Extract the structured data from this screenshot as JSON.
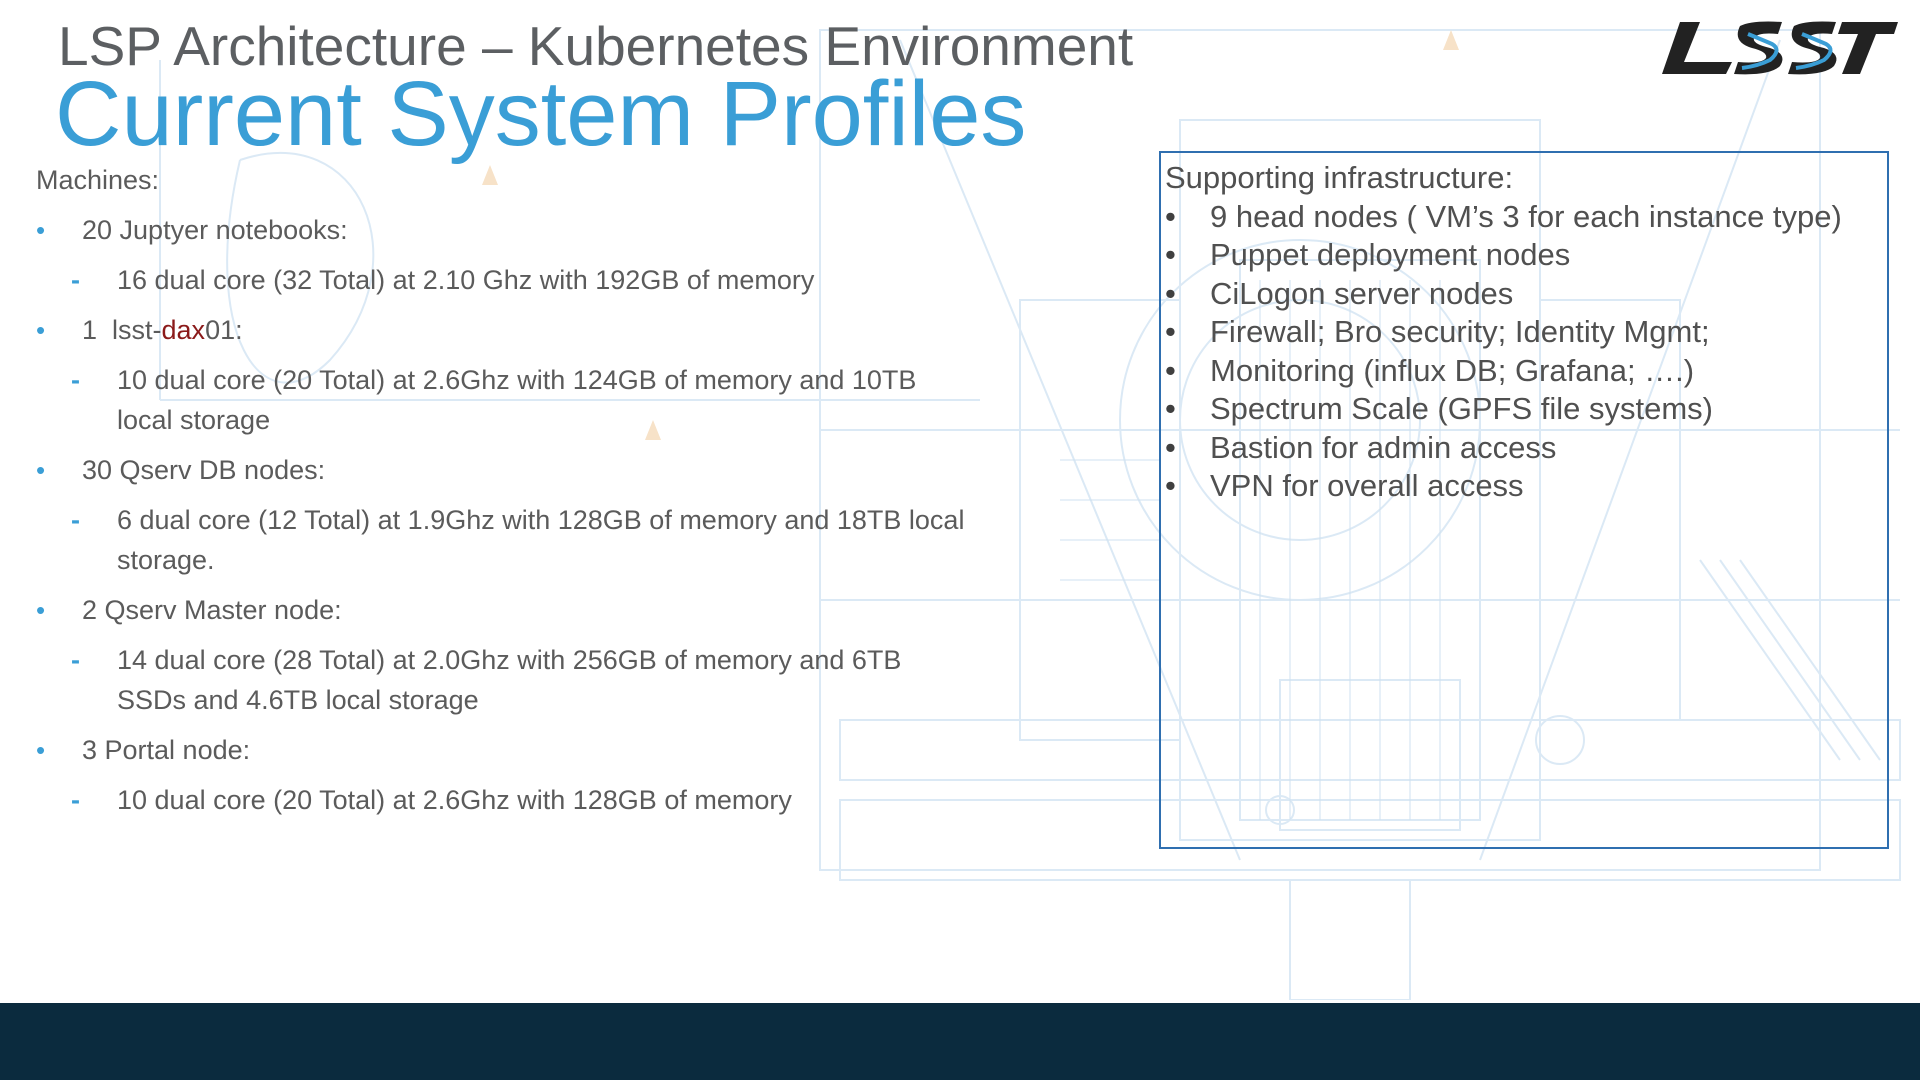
{
  "slide": {
    "title_top": "LSP Architecture – Kubernetes Environment",
    "title_main": "Current System Profiles",
    "logo_text": "LSST"
  },
  "machines": {
    "heading": "Machines:",
    "items": [
      {
        "label": "20 Juptyer notebooks:",
        "details": [
          "16 dual core (32 Total) at 2.10 Ghz with 192GB  of memory"
        ]
      },
      {
        "label_prefix": "1  lsst-",
        "label_highlight": "dax",
        "label_suffix": "01:",
        "details": [
          "10 dual core (20 Total) at 2.6Ghz with 124GB of memory and 10TB local storage"
        ]
      },
      {
        "label": "30 Qserv DB nodes:",
        "details": [
          "6 dual core (12 Total) at 1.9Ghz with 128GB of memory and 18TB local storage."
        ]
      },
      {
        "label": "2 Qserv Master node:",
        "details": [
          "14 dual core (28 Total) at 2.0Ghz with 256GB of memory and 6TB SSDs and 4.6TB local storage"
        ]
      },
      {
        "label": "3 Portal node:",
        "details": [
          "10 dual core (20 Total) at 2.6Ghz with 128GB of memory"
        ]
      }
    ]
  },
  "infrastructure": {
    "heading": "Supporting infrastructure:",
    "items": [
      "9 head nodes ( VM’s 3 for each instance type)",
      "Puppet deployment nodes",
      "CiLogon server nodes",
      "Firewall; Bro security; Identity Mgmt;",
      "Monitoring (influx DB; Grafana; ….)",
      "Spectrum Scale (GPFS file systems)",
      "Bastion for admin access",
      "VPN for overall access"
    ]
  },
  "colors": {
    "title_blue": "#3a9ed6",
    "title_gray": "#5c5f62",
    "box_border": "#2f6fb0",
    "footer": "#0b2b3e",
    "highlight_red": "#8b1a1a"
  }
}
